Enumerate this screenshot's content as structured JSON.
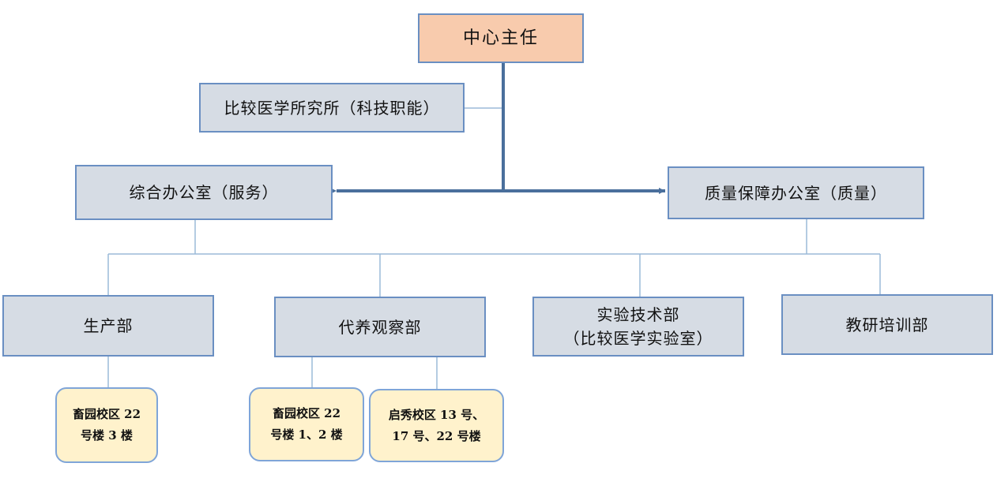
{
  "org_chart": {
    "director": "中心主任",
    "institute": "比较医学所究所（科技职能）",
    "general_office": "综合办公室（服务）",
    "quality_office": "质量保障办公室（质量）",
    "departments": {
      "production": "生产部",
      "contract_observation": "代养观察部",
      "lab_tech_line1": "实验技术部",
      "lab_tech_line2": "（比较医学实验室）",
      "teaching_training": "教研培训部"
    },
    "locations": {
      "production_site_line1": "畜园校区 22",
      "production_site_line2": "号楼 3 楼",
      "contract_site1_line1": "畜园校区 22",
      "contract_site1_line2": "号楼 1、2 楼",
      "contract_site2_line1": "启秀校区 13 号、",
      "contract_site2_line2": "17 号、22 号楼"
    }
  },
  "colors": {
    "director_fill": "#f8cbad",
    "unit_fill": "#d6dce4",
    "location_fill": "#fff2cc",
    "border": "#6a8fc2",
    "main_connector": "#4a6f9c",
    "thin_connector": "#9bbad9"
  }
}
